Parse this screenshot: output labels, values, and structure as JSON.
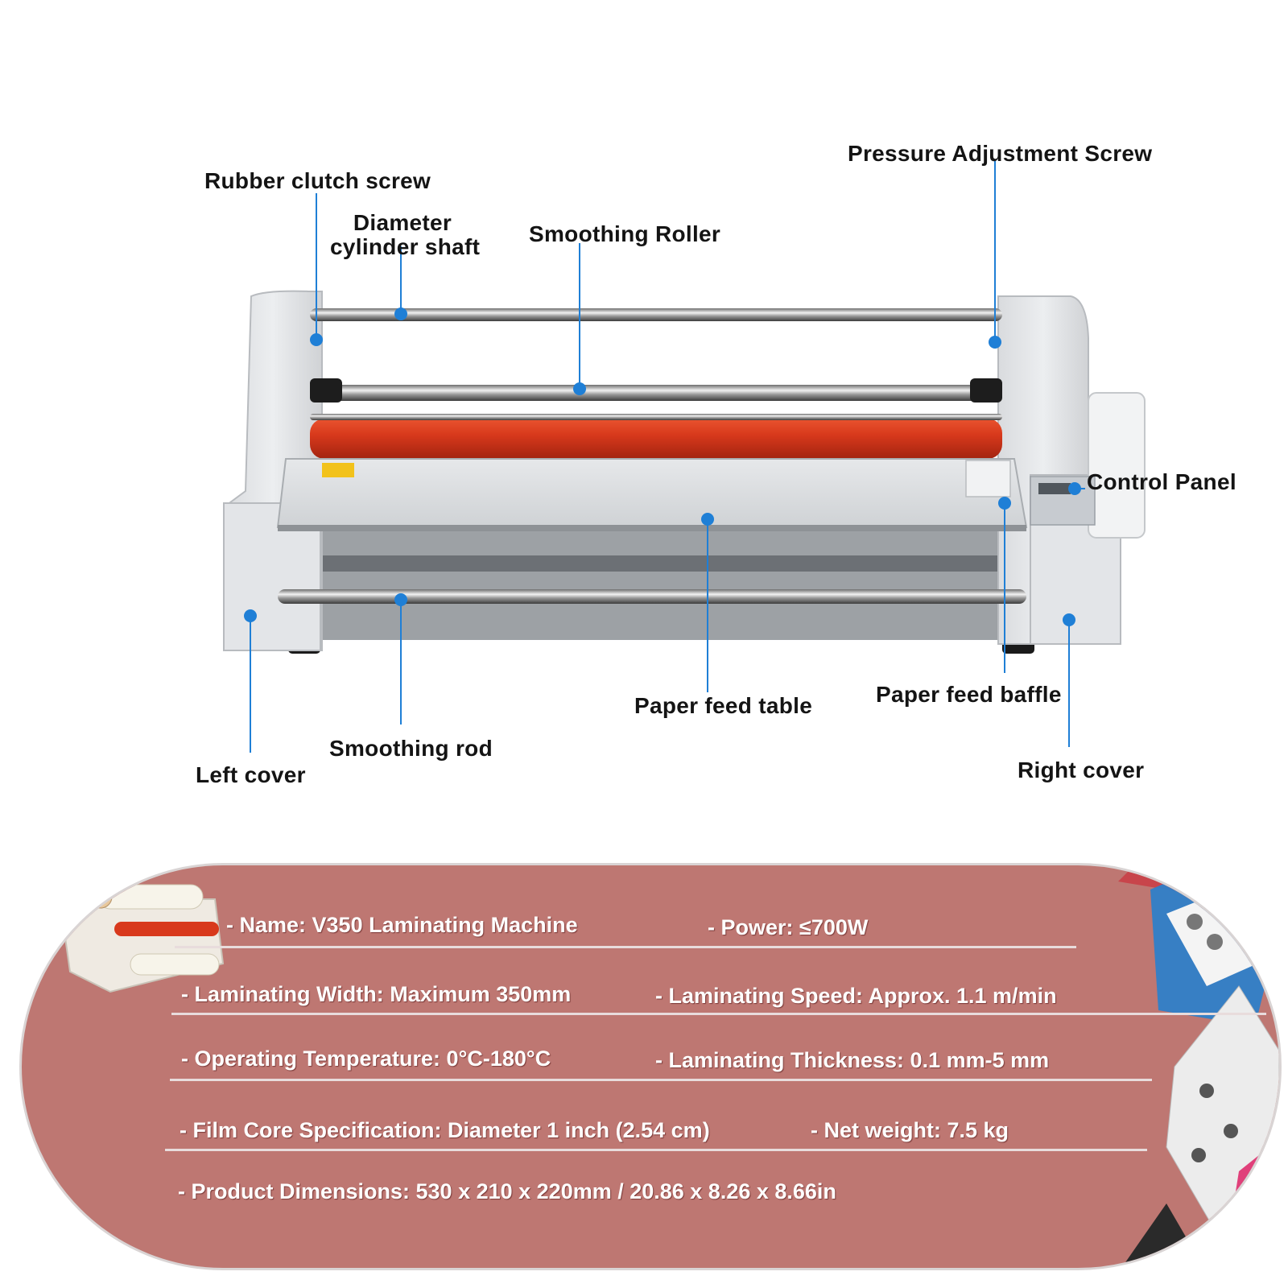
{
  "callouts": {
    "pressure_adjustment_screw": "Pressure Adjustment Screw",
    "rubber_clutch_screw": "Rubber clutch screw",
    "diameter_cylinder_shaft_line1": "Diameter",
    "diameter_cylinder_shaft_line2": "cylinder shaft",
    "smoothing_roller": "Smoothing Roller",
    "control_panel": "Control Panel",
    "paper_feed_table": "Paper feed table",
    "paper_feed_baffle": "Paper feed baffle",
    "smoothing_rod": "Smoothing rod",
    "left_cover": "Left cover",
    "right_cover": "Right cover"
  },
  "specs": {
    "name": "- Name: V350 Laminating Machine",
    "power": "- Power: ≤700W",
    "laminating_width": "- Laminating Width: Maximum 350mm",
    "laminating_speed": "- Laminating Speed: Approx. 1.1 m/min",
    "operating_temperature": "- Operating Temperature: 0°C-180°C",
    "laminating_thickness": "- Laminating Thickness: 0.1 mm-5 mm",
    "film_core": "- Film Core Specification: Diameter 1 inch (2.54 cm)",
    "net_weight": "- Net weight: 7.5 kg",
    "dimensions": "- Product Dimensions: 530 x 210 x 220mm / 20.86 x 8.26 x 8.66in"
  },
  "colors": {
    "leader_blue": "#1f7fd6",
    "roller_red": "#d8391c",
    "panel_rose": "#be7772"
  }
}
